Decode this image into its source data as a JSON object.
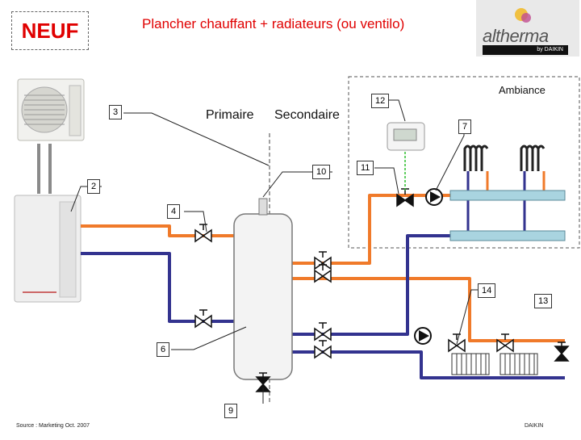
{
  "header": {
    "badge": "NEUF",
    "title": "Plancher chauffant + radiateurs (ou ventilo)"
  },
  "logo": {
    "brand": "altherma",
    "sub": "by DAIKIN"
  },
  "labels": {
    "primary": "Primaire",
    "secondary": "Secondaire",
    "ambiance": "Ambiance"
  },
  "callouts": {
    "c2": "2",
    "c3": "3",
    "c4": "4",
    "c6": "6",
    "c7": "7",
    "c9": "9",
    "c10": "10",
    "c11": "11",
    "c12": "12",
    "c13": "13",
    "c14": "14"
  },
  "footer": {
    "source": "Source : Marketing   Oct. 2007",
    "brand": "DAIKIN"
  },
  "colors": {
    "hot_pipe": "#f07a2a",
    "cold_pipe": "#33338f",
    "accent_red": "#e00000"
  }
}
